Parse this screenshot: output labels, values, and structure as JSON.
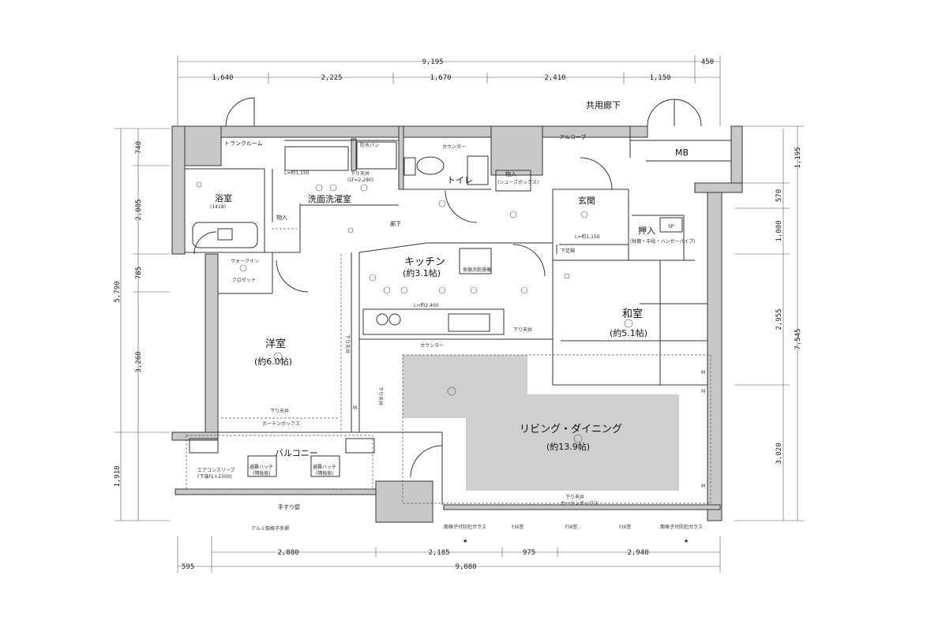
{
  "dimensions": {
    "top_total": "9,195",
    "top_extra": "450",
    "top_segments": [
      "1,640",
      "2,225",
      "1,670",
      "2,410",
      "1,150"
    ],
    "bottom_segments": [
      "2,880",
      "2,185",
      "975",
      "2,940"
    ],
    "bottom_total": "9,080",
    "bottom_left": "595",
    "left_total": "5,790",
    "left_segments": [
      "740",
      "2,005",
      "785",
      "3,260",
      "1,910"
    ],
    "right_total": "7,545",
    "right_segments": [
      "1,195",
      "570",
      "1,000",
      "2,955",
      "3,020"
    ]
  },
  "labels": {
    "common_corridor": "共用廊下",
    "alcove": "アルコーブ",
    "mb": "MB",
    "trunk_room": "トランクルーム",
    "bath": "浴室",
    "bath_size": "(1418)",
    "washroom": "洗面洗濯室",
    "drain_pan": "防水パン",
    "ceiling_note": "下り天井",
    "ceiling_note_h": "(LT=2,280)",
    "toilet": "トイレ",
    "counter_top": "カウンター",
    "storage": "物入",
    "storage_sub": "(シューズボックス)",
    "entrance": "玄関",
    "entrance_l": "L=約1,150",
    "wash_l": "L=約1,150",
    "shoe_box": "下足箱",
    "hallway": "廊下",
    "oshiire": "押入",
    "oshiire_sub": "(枕棚・中段・ハンガーパイプ)",
    "kitchen": "キッチン",
    "kitchen_size": "(約3.1帖)",
    "dishwasher": "食器洗乾燥機",
    "kitchen_l": "L=約2,400",
    "counter": "カウンター",
    "walkin": "ウォークイン",
    "closet": "クロゼット",
    "washitsu": "和室",
    "washitsu_size": "(約5.1帖)",
    "western": "洋室",
    "western_size": "(約6.0帖)",
    "living": "リビング・ダイニング",
    "living_size": "(約13.9帖)",
    "curtain_box": "カーテンボックス",
    "balcony": "バルコニー",
    "aircon_sleeve": "エアコンスリーブ",
    "aircon_height": "(下端FL+2300)",
    "evac_hatch_1": "避難ハッチ",
    "evac_hatch_2": "避難ハッチ",
    "evac_sub": "(隔板板)",
    "handrail": "手すり壁",
    "alu_rail": "アルミ製格子手摺",
    "fix_window": "FIX窓",
    "window_note": "面格子付防犯ガラス",
    "star": "★",
    "symbol_m": "M",
    "symbol_sp": "SP"
  }
}
